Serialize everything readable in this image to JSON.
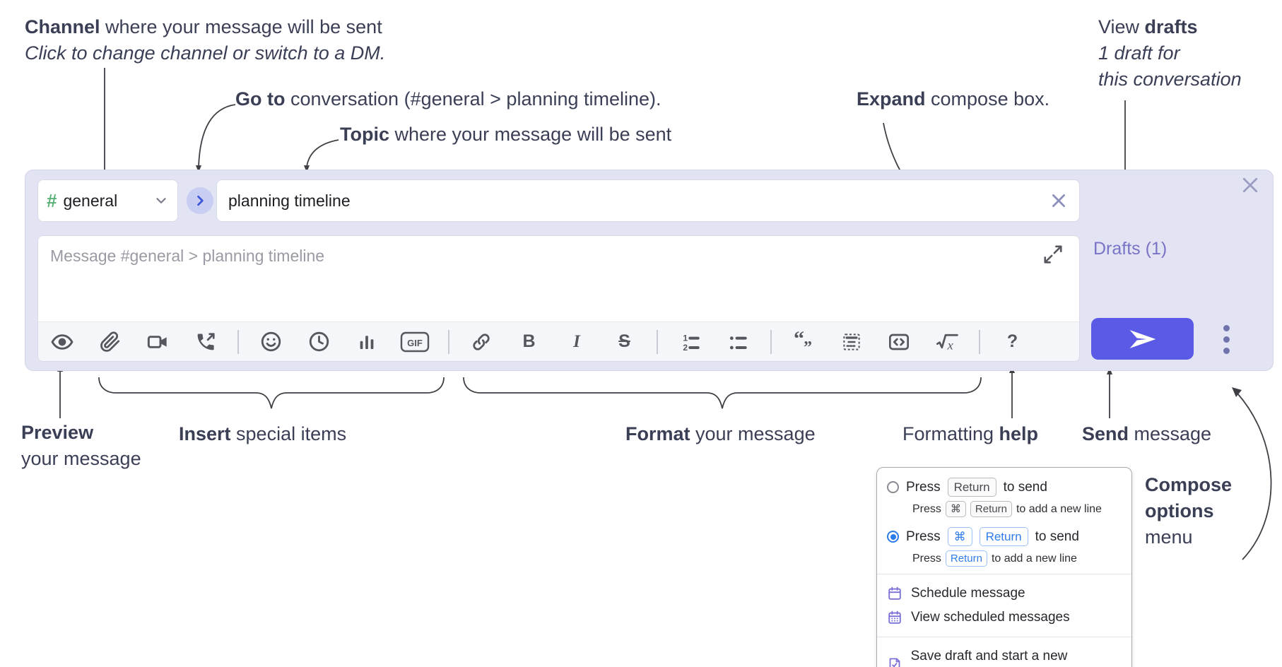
{
  "colors": {
    "compose_bg": "#e2e4f3",
    "send_button": "#5a5ae6",
    "drafts_link": "#7b72c7",
    "channel_hash_green": "#5cb176",
    "goto_chevron_blue": "#3c55d8",
    "radio_selected_blue": "#2b7de9",
    "menu_icon_purple": "#7a70d6",
    "annotation_text": "#3a3f55"
  },
  "annotations": {
    "channel": {
      "bold": "Channel",
      "rest": " where your message will be sent",
      "sub": "Click to change channel or switch to a DM."
    },
    "goto": {
      "bold": "Go to",
      "rest": " conversation (#general > planning timeline)."
    },
    "topic": {
      "bold": "Topic",
      "rest": " where your message will be sent"
    },
    "expand": {
      "bold": "Expand",
      "rest": " compose box."
    },
    "drafts": {
      "pre": "View ",
      "bold": "drafts",
      "line2": "1 draft for",
      "line3": "this conversation"
    },
    "preview": {
      "bold": "Preview",
      "line2": "your message"
    },
    "insert": {
      "bold": "Insert",
      "rest": " special items"
    },
    "format": {
      "bold": "Format",
      "rest": " your message"
    },
    "help": {
      "pre": "Formatting ",
      "bold": "help"
    },
    "send": {
      "bold": "Send",
      "rest": " message"
    },
    "compose_options": {
      "line1": "Compose",
      "line2": "options",
      "line3": "menu"
    }
  },
  "compose": {
    "channel": {
      "hash": "#",
      "name": "general"
    },
    "topic_value": "planning timeline",
    "message_placeholder": "Message #general > planning timeline",
    "drafts_link": "Drafts (1)",
    "toolbar": {
      "icons": [
        "preview-eye",
        "attach-file",
        "video-call",
        "audio-call",
        "emoji",
        "time",
        "poll",
        "gif",
        "link",
        "bold",
        "italic",
        "strikethrough",
        "numbered-list",
        "bulleted-list",
        "quote",
        "spoiler",
        "code",
        "math",
        "help"
      ],
      "gif": "GIF",
      "bold": "B",
      "italic": "I",
      "strike": "S",
      "ol1": "1",
      "ol2": "2",
      "math_x": "x",
      "help": "?"
    }
  },
  "popup": {
    "option1": {
      "pre": "Press",
      "key": "Return",
      "post": "to send",
      "sub_pre": "Press",
      "sub_key1": "⌘",
      "sub_key2": "Return",
      "sub_post": "to add a new line"
    },
    "option2": {
      "pre": "Press",
      "key1": "⌘",
      "key2": "Return",
      "post": "to send",
      "sub_pre": "Press",
      "sub_key": "Return",
      "sub_post": "to add a new line"
    },
    "items": [
      {
        "label": "Schedule message"
      },
      {
        "label": "View scheduled messages"
      },
      {
        "label": "Save draft and start a new message"
      }
    ]
  }
}
